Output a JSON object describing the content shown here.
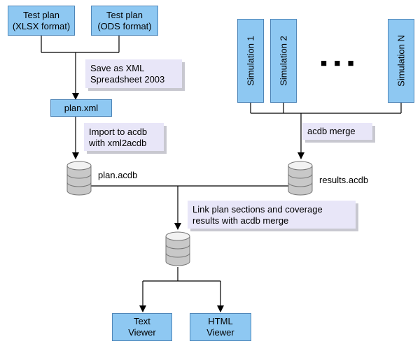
{
  "inputs": {
    "xlsx": [
      "Test plan",
      "(XLSX format)"
    ],
    "ods": [
      "Test plan",
      "(ODS format)"
    ]
  },
  "notes": {
    "save_xml": [
      "Save as XML",
      "Spreadsheet 2003"
    ],
    "import": [
      "Import to acdb",
      "with xml2acdb"
    ],
    "acdb_merge": "acdb merge",
    "link": [
      "Link plan sections and coverage",
      "results with acdb merge"
    ]
  },
  "plan_xml": "plan.xml",
  "simulations": [
    "Simulation 1",
    "Simulation 2",
    "Simulation N"
  ],
  "ellipsis": "■  ■  ■",
  "databases": {
    "plan": "plan.acdb",
    "results": "results.acdb"
  },
  "viewers": {
    "text": [
      "Text",
      "Viewer"
    ],
    "html": [
      "HTML",
      "Viewer"
    ]
  },
  "colors": {
    "box_fill": "#8ec8f2",
    "note_fill": "#e8e6f8",
    "db_fill": "#c8c8c8"
  }
}
